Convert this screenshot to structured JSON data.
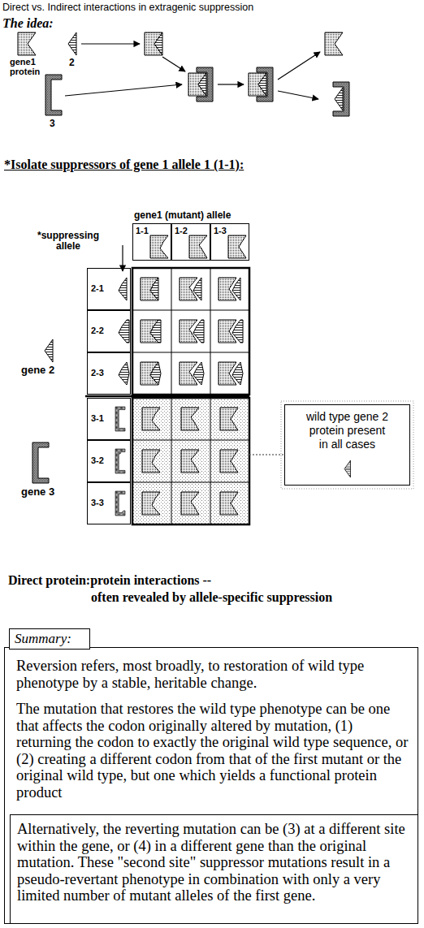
{
  "diagram": {
    "title": "Direct vs. Indirect interactions in extragenic suppression",
    "nodes": [
      {
        "text": [
          "1-1"
        ]
      },
      {
        "text": [
          "1-2"
        ]
      },
      {
        "text": [
          "1-3"
        ]
      },
      {
        "text": [
          "2-1"
        ]
      },
      {
        "text": [
          "2-2"
        ]
      },
      {
        "text": [
          "2-3"
        ]
      },
      {
        "text": [
          "3-1"
        ]
      },
      {
        "text": [
          "3-2"
        ]
      },
      {
        "text": [
          "3-3"
        ]
      },
      {
        "text": [
          "wild type gene 2 protein present in all cases"
        ]
      },
      {
        "text": [
          "Reversion refers, most broadly, to restoration of wild type phenotype by a stable, heritable change.",
          "The mutation that restores the wild type phenotype can be one that affects the codon originally altered by mutation, (1) returning the codon to exactly the original wild type sequence, or (2) creating a different codon from that of the first mutant or the original wild type, but one which yields a functional protein product"
        ]
      },
      {
        "text": [
          "Summary:"
        ],
        "in": 10
      },
      {
        "text": [
          "Alternatively, the reverting mutation can be (3) at a different site within the gene, or (4) in a different gene than the original mutation. These \"second site\" suppressor mutations result in a pseudo-revertant phenotype in combination with only a very limited number of mutant alleles of the first gene."
        ],
        "in": 10
      }
    ],
    "labels": [
      "The idea:",
      "gene1 protein",
      "2",
      "3",
      "*Isolate suppressors of gene 1 allele 1 (1-1):",
      "gene1 (mutant) allele",
      "*suppressing allele",
      "gene 2",
      "gene 3",
      "Direct protein:protein interactions --",
      "often revealed by allele-specific suppression"
    ]
  }
}
